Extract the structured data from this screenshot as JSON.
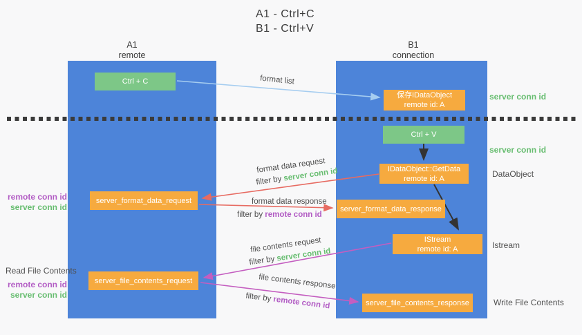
{
  "title": {
    "line1": "A1 - Ctrl+C",
    "line2": "B1 - Ctrl+V"
  },
  "lifelines": {
    "left": {
      "name": "A1",
      "role": "remote"
    },
    "right": {
      "name": "B1",
      "role": "connection"
    }
  },
  "nodes": {
    "ctrl_c": {
      "label": "Ctrl + C"
    },
    "ctrl_v": {
      "label": "Ctrl + V"
    },
    "save_idataobject": {
      "line1": "保存IDataObject",
      "line2": "remote id: A"
    },
    "idataobject_getdata": {
      "line1": "IDataObject::GetData",
      "line2": "remote id: A"
    },
    "istream": {
      "line1": "IStream",
      "line2": "remote id: A"
    },
    "server_format_data_request": {
      "label": "server_format_data_request"
    },
    "server_format_data_response": {
      "label": "server_format_data_response"
    },
    "server_file_contents_request": {
      "label": "server_file_contents_request"
    },
    "server_file_contents_response": {
      "label": "server_file_contents_response"
    }
  },
  "annotations": {
    "format_list": "format list",
    "format_data_request": "format data request",
    "format_data_response": "format data response",
    "file_contents_request": "file contents request",
    "file_contents_response": "file contents response",
    "filter_by": "filter by ",
    "server_conn_id": "server conn id",
    "remote_conn_id": "remote conn id"
  },
  "side_labels": {
    "right": {
      "server_conn_id_1": "server conn id",
      "server_conn_id_2": "server conn id",
      "dataobject": "DataObject",
      "istream": "Istream",
      "write_file_contents": "Write File Contents"
    },
    "left": {
      "remote_conn_id_1": "remote conn id",
      "server_conn_id_1": "server conn id",
      "read_file_contents": "Read File Contents",
      "remote_conn_id_2": "remote conn id",
      "server_conn_id_2": "server conn id"
    }
  },
  "colors": {
    "bg": "#f8f8f9",
    "lifeline_blue": "#4d84d9",
    "node_green": "#7dc787",
    "node_orange": "#f6aa3f",
    "label_green": "#67bd70",
    "label_purple": "#b25cc4",
    "arrow_red": "#e76b62",
    "arrow_magenta": "#c45ec0",
    "arrow_blue": "#a6cdf0",
    "arrow_black": "#333333",
    "separator": "#3b3b3b",
    "text_dark": "#3c3c3c",
    "text_gray": "#4f4f4f"
  }
}
